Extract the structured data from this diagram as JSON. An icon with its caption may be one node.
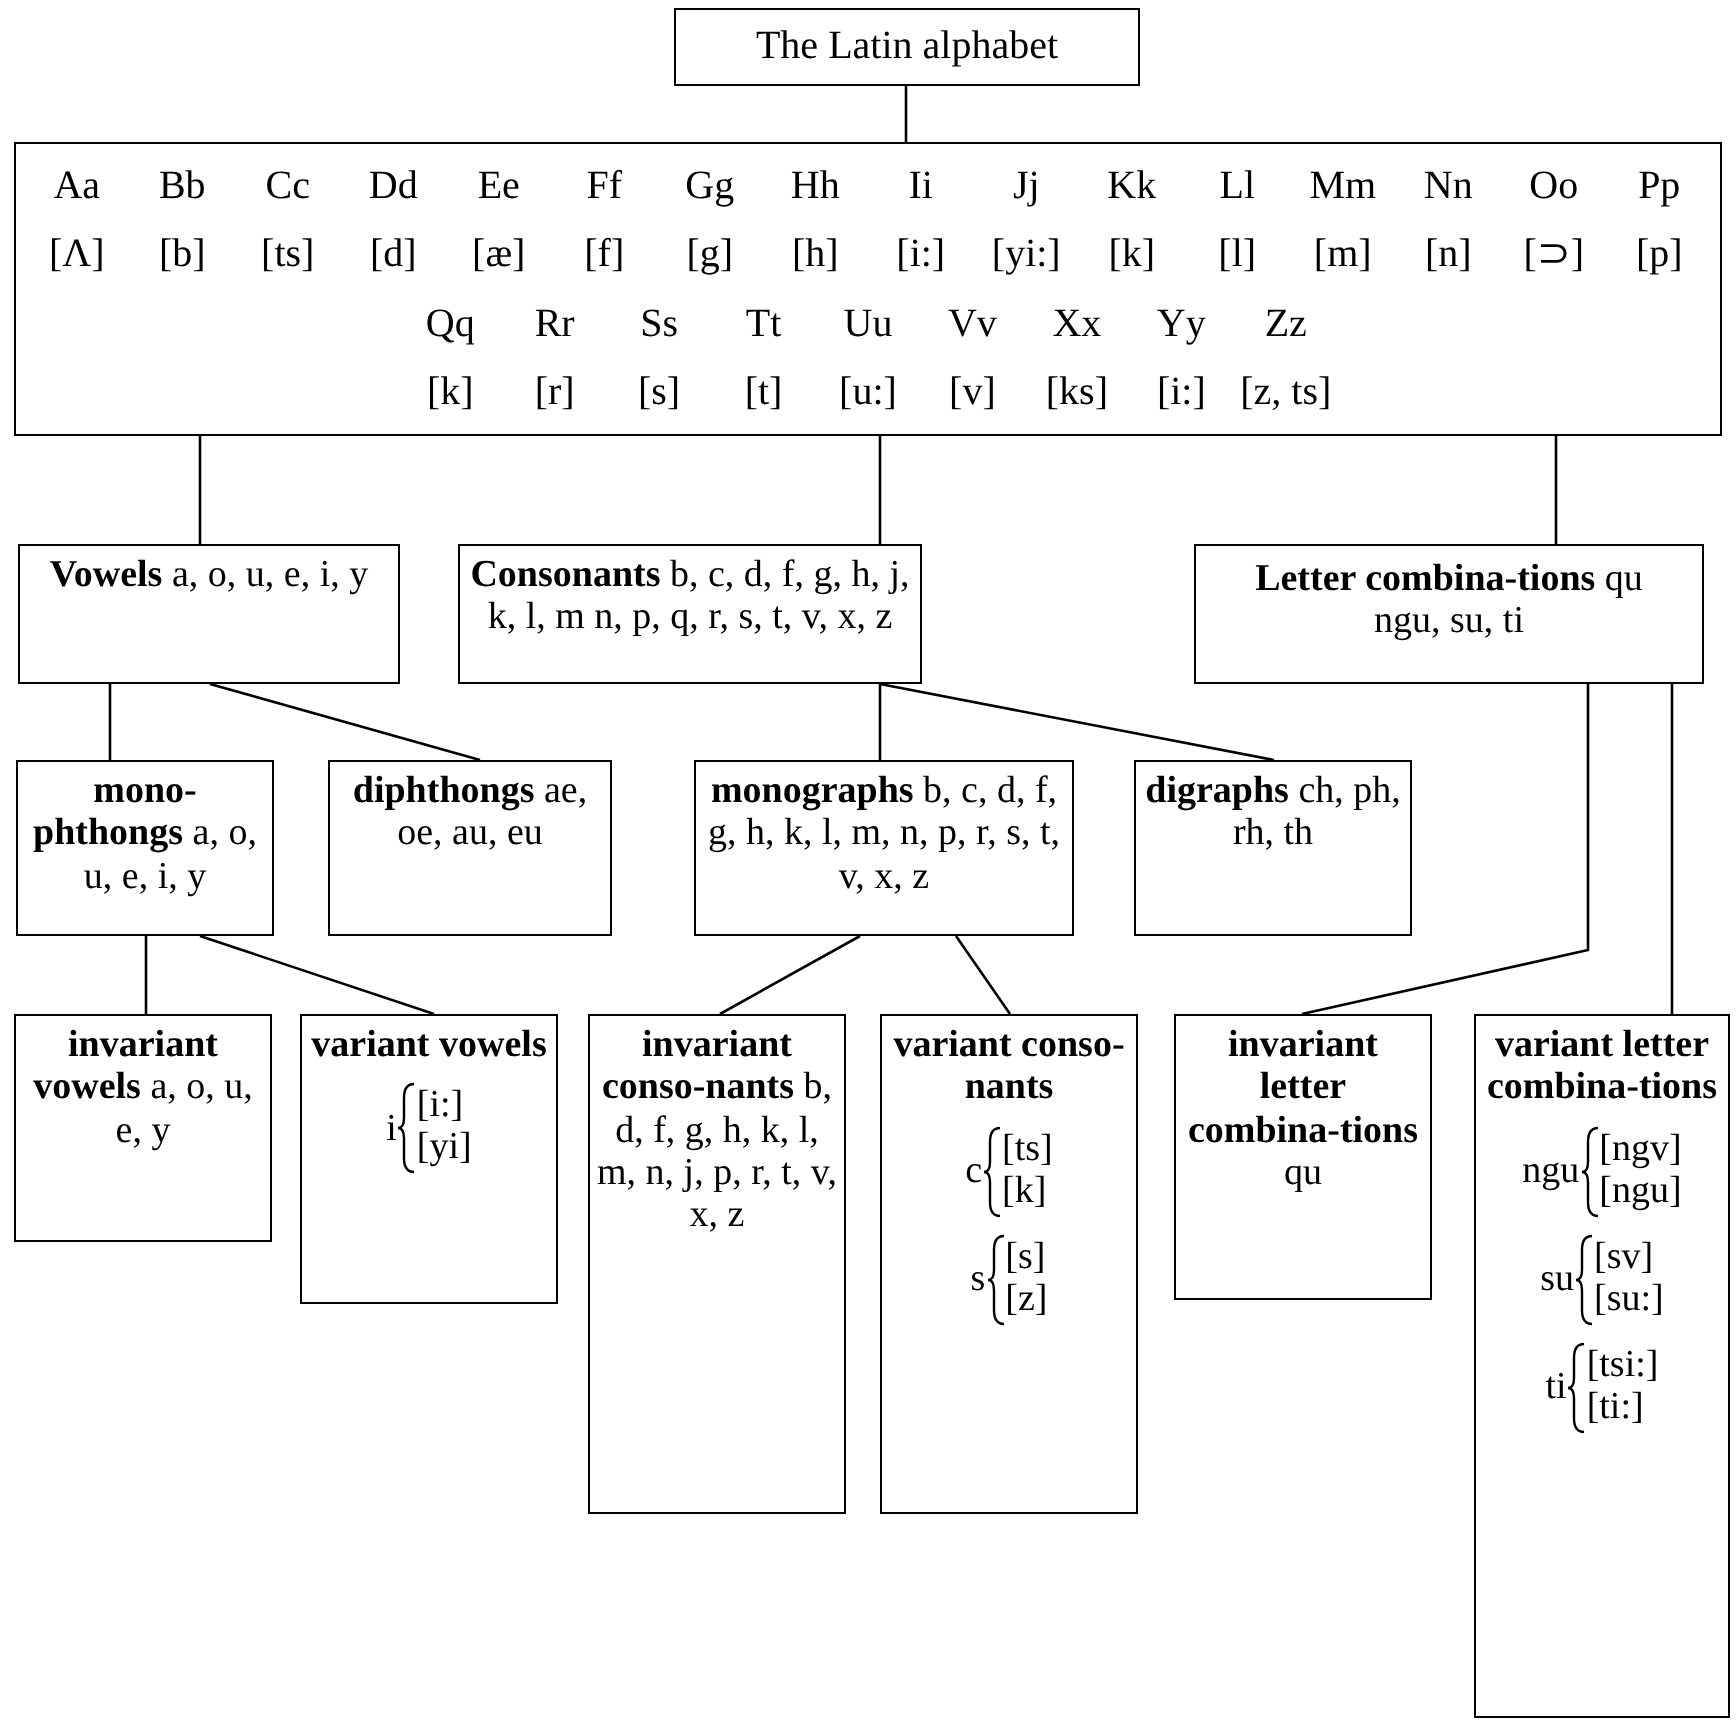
{
  "diagram": {
    "nodes": [
      {
        "text": [
          "The Latin alphabet"
        ]
      },
      {
        "text": [
          "Aa",
          "Bb",
          "Cc",
          "Dd",
          "Ee",
          "Ff",
          "Gg",
          "Hh",
          "Ii",
          "Jj",
          "Kk",
          "Ll",
          "Mm",
          "Nn",
          "Oo",
          "Pp",
          "[Λ]",
          "[b]",
          "[ts]",
          "[d]",
          "[æ]",
          "[f]",
          "[g]",
          "[h]",
          "[i:]",
          "[yi:]",
          "[k]",
          "[l]",
          "[m]",
          "[n]",
          "[⊃]",
          "[p]",
          "Qq",
          "Rr",
          "Ss",
          "Tt",
          "Uu",
          "Vv",
          "Xx",
          "Yy",
          "Zz",
          "[k]",
          "[r]",
          "[s]",
          "[t]",
          "[u:]",
          "[v]",
          "[ks]",
          "[i:]",
          "[z, ts]"
        ]
      },
      {
        "text": [
          "**Vowels** a, o, u, e, i, y"
        ]
      },
      {
        "text": [
          "**Consonants** b, c, d, f, g, h, j, k, l, m n, p, q, r, s, t, v, x, z"
        ]
      },
      {
        "text": [
          "**Letter combina-tions** qu ngu, su, ti"
        ]
      },
      {
        "text": [
          "**mono-phthongs** a, o, u, e, i, y"
        ]
      },
      {
        "text": [
          "**diphthongs** ae, oe, au, eu"
        ]
      },
      {
        "text": [
          "**monographs** b, c, d, f, g, h, k, l, m, n, p, r, s, t, v, x, z"
        ]
      },
      {
        "text": [
          "**digraphs** ch, ph, rh, th"
        ]
      },
      {
        "text": [
          "**invariant vowels** a, o, u, e, y"
        ]
      },
      {
        "text": [
          "variant vowels",
          "i",
          "[i:]",
          "[yi]"
        ]
      },
      {
        "text": [
          "**invariant conso-nants** b, d, f, g, h, k, l, m, n, j, p, r, t, v, x, z"
        ]
      },
      {
        "text": [
          "variant conso-nants",
          "c",
          "[ts]",
          "[k]",
          "s",
          "[s]",
          "[z]"
        ]
      },
      {
        "text": [
          "**invariant letter combina-tions** qu"
        ]
      },
      {
        "text": [
          "variant letter combina-tions",
          "ngu",
          "[ngv]",
          "[ngu]",
          "su",
          "[sv]",
          "[su:]",
          "ti",
          "[tsi:]",
          "[ti:]"
        ]
      }
    ],
    "edges": [
      {
        "from": 0,
        "to": 1,
        "arrow": "none"
      },
      {
        "from": 1,
        "to": 2,
        "arrow": "none"
      },
      {
        "from": 1,
        "to": 3,
        "arrow": "none"
      },
      {
        "from": 1,
        "to": 4,
        "arrow": "none"
      },
      {
        "from": 2,
        "to": 5,
        "arrow": "none"
      },
      {
        "from": 2,
        "to": 6,
        "arrow": "none"
      },
      {
        "from": 3,
        "to": 7,
        "arrow": "none"
      },
      {
        "from": 3,
        "to": 8,
        "arrow": "none"
      },
      {
        "from": 4,
        "to": 13,
        "arrow": "none"
      },
      {
        "from": 4,
        "to": 14,
        "arrow": "none"
      },
      {
        "from": 5,
        "to": 9,
        "arrow": "none"
      },
      {
        "from": 5,
        "to": 10,
        "arrow": "none"
      },
      {
        "from": 7,
        "to": 11,
        "arrow": "none"
      },
      {
        "from": 7,
        "to": 12,
        "arrow": "none"
      }
    ]
  }
}
